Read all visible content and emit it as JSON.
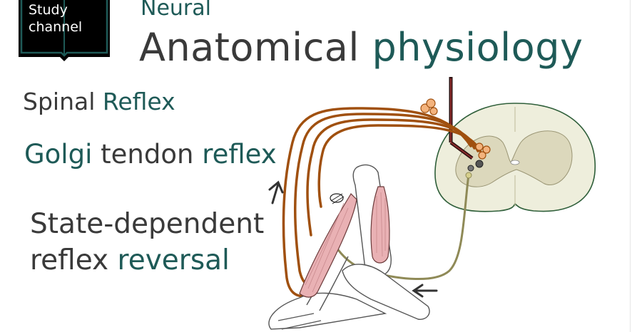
{
  "logo": {
    "line1": "Study",
    "line2": "channel"
  },
  "header": {
    "subtitle": "Neural",
    "title_part1": "Anatomical",
    "title_part2": "physiology"
  },
  "labels": {
    "spinal_part1": "Spinal",
    "spinal_part2": "Reflex",
    "golgi_part1": "Golgi",
    "golgi_part2": "tendon",
    "golgi_part3": "reflex",
    "state_line1": "State-dependent",
    "state_line2_part1": "reflex",
    "state_line2_part2": "reversal"
  },
  "colors": {
    "accent": "#1e5a57",
    "text": "#3a3a3a",
    "motor_nerve": "#a0500f",
    "sensory_nerve": "#8f8a57",
    "muscle": "#e9b1b4",
    "spinal_cord": "#eeeedc",
    "gray_matter": "#dcd8bc"
  }
}
